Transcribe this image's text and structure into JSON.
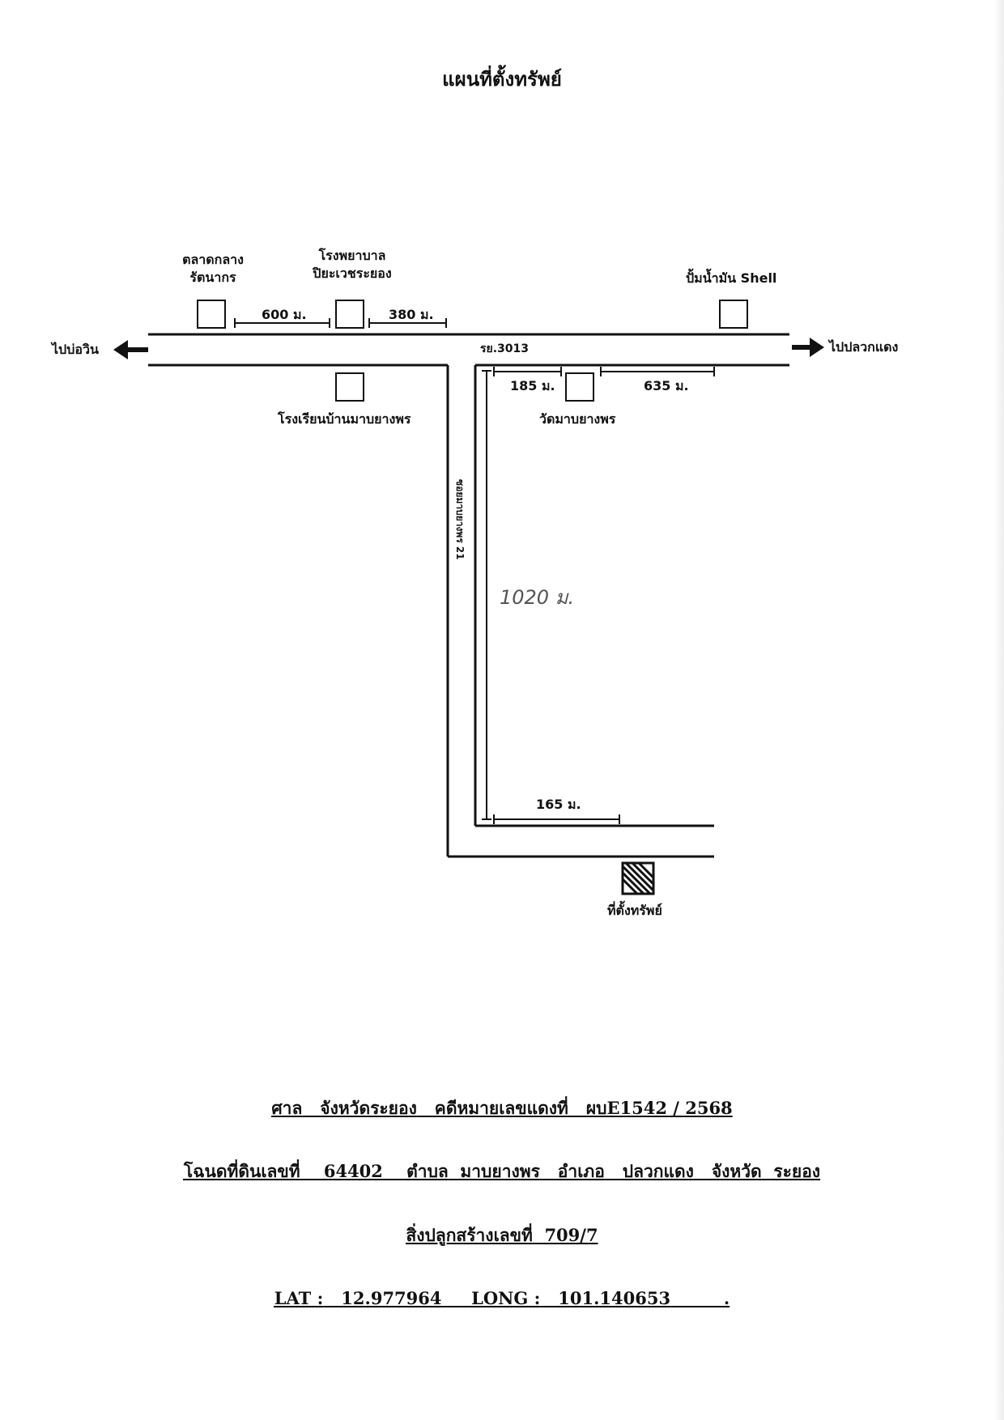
{
  "title": "แผนที่ตั้งทรัพย์",
  "landmarks": {
    "market": [
      "ตลาดกลาง",
      "รัตนากร"
    ],
    "hospital": [
      "โรงพยาบาล",
      "ปิยะเวชระยอง"
    ],
    "gas_station": "ปั้มน้ำมัน Shell",
    "school": "โรงเรียนบ้านมาบยางพร",
    "temple": "วัดมาบยางพร",
    "property": "ที่ตั้งทรัพย์"
  },
  "directions": {
    "left": "ไปบ่อวิน",
    "right": "ไปปลวกแดง"
  },
  "roads": {
    "main": "รย.3013",
    "soi": "ซอยมาบยางพร 21"
  },
  "distances": {
    "market_to_hospital": "600 ม.",
    "hospital_to_junction": "380 ม.",
    "junction_to_temple": "185 ม.",
    "temple_to_right": "635 ม.",
    "soi_length": "1020 ม.",
    "to_property": "165 ม."
  },
  "footer": {
    "line1": {
      "court_label": "ศาล",
      "court": "จังหวัดระยอง",
      "case_label": "คดีหมายเลขแดงที่",
      "case_no": "ผบE1542 / 2568"
    },
    "line2": {
      "deed_label": "โฉนดที่ดินเลขที่",
      "deed_no": "64402",
      "tambon_label": "ตำบล",
      "tambon": "มาบยางพร",
      "amphoe_label": "อำเภอ",
      "amphoe": "ปลวกแดง",
      "province_label": "จังหวัด",
      "province": "ระยอง"
    },
    "line3": {
      "building_label": "สิ่งปลูกสร้างเลขที่",
      "building_no": "709/7"
    },
    "line4": {
      "lat_label": "LAT :",
      "lat": "12.977964",
      "long_label": "LONG :",
      "long": "101.140653",
      "end": "."
    }
  }
}
